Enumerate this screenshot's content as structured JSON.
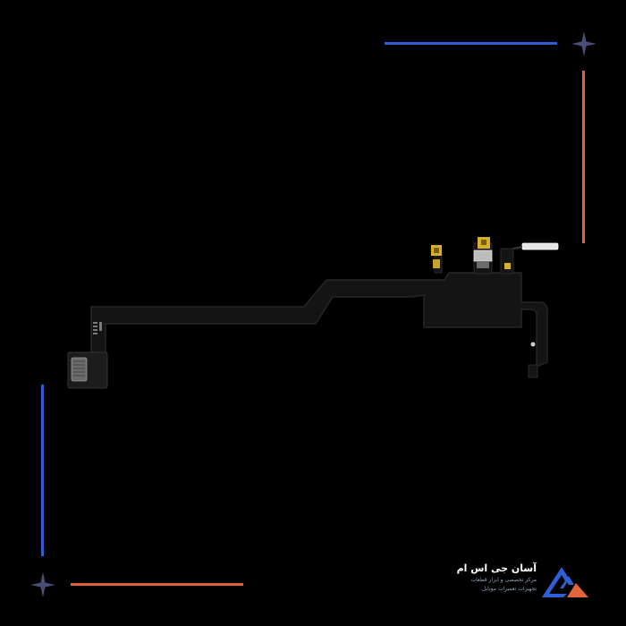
{
  "brand": {
    "name": "آسان جی اس ام",
    "tagline_1": "مرکز تخصصی و ابزار قطعات",
    "tagline_2": "تجهیزات تعمیرات موبایل"
  },
  "colors": {
    "background": "#000000",
    "accent_blue": "#2f5fd6",
    "accent_orange": "#e0653a",
    "star": "#4a4e78",
    "flex_cable": "#141414",
    "gold_contact": "#d6b02a",
    "logo_blue": "#2f5fd6",
    "logo_orange": "#e0653a"
  },
  "icons": {
    "corner_star": "four-point-star-icon",
    "logo": "triangle-logo-icon"
  }
}
